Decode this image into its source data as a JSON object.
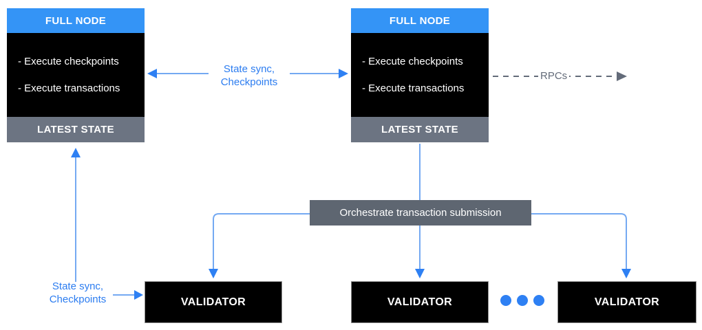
{
  "diagram": {
    "full_nodes": [
      {
        "title": "FULL NODE",
        "items": [
          "- Execute checkpoints",
          "- Execute transactions"
        ],
        "footer": "LATEST STATE"
      },
      {
        "title": "FULL NODE",
        "items": [
          "- Execute checkpoints",
          "- Execute transactions"
        ],
        "footer": "LATEST STATE"
      }
    ],
    "orchestrator_label": "Orchestrate transaction submission",
    "validators": [
      "VALIDATOR",
      "VALIDATOR",
      "VALIDATOR"
    ],
    "labels": {
      "state_sync_top": {
        "line1": "State sync,",
        "line2": "Checkpoints"
      },
      "state_sync_bottom": {
        "line1": "State sync,",
        "line2": "Checkpoints"
      },
      "rpcs": "RPCs"
    },
    "colors": {
      "node_header_blue": "#3494f6",
      "node_body_black": "#000000",
      "node_footer_gray": "#6c7482",
      "orchestrator_gray": "#5e6671",
      "validator_black": "#000000",
      "arrow_line_blue": "#74a9f2",
      "arrow_head_blue": "#2e80f3",
      "label_blue": "#2b7cf0",
      "rpc_gray": "#636b79"
    }
  }
}
